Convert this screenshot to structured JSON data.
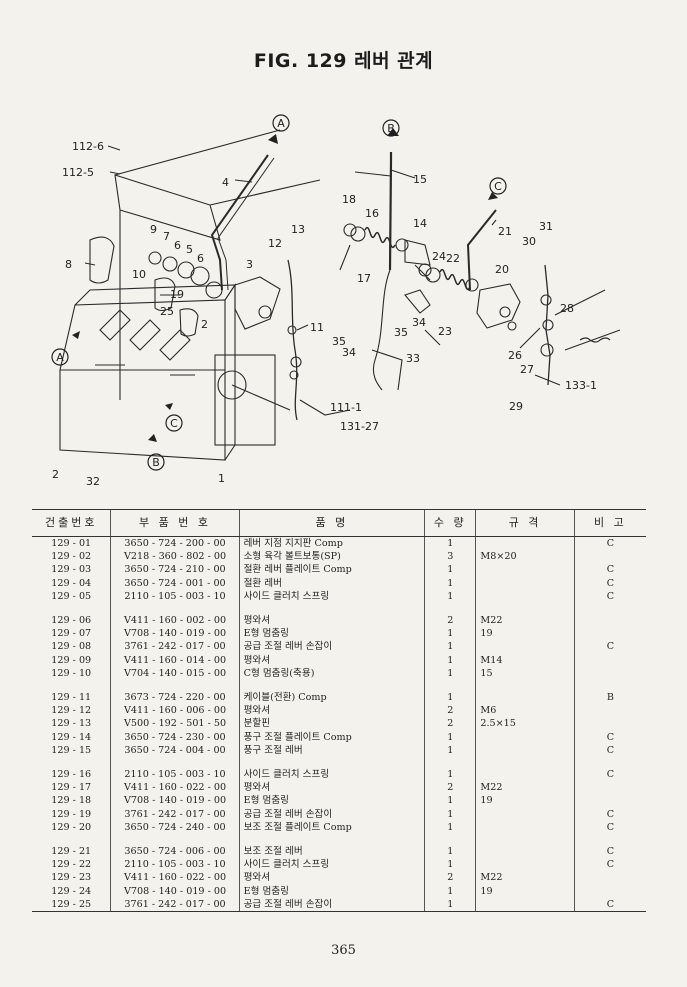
{
  "title": "FIG. 129 레버 관계",
  "diagram_labels": {
    "c112_6": "112-6",
    "c112_5": "112-5",
    "c4": "4",
    "cA_top": "A",
    "cB_top": "B",
    "c15": "15",
    "cC_top": "C",
    "c18": "18",
    "c16": "16",
    "c14": "14",
    "c21": "21",
    "c31": "31",
    "c9": "9",
    "c7": "7",
    "c6a": "6",
    "c5": "5",
    "c6b": "6",
    "c3": "3",
    "c12": "12",
    "c13": "13",
    "c30": "30",
    "c8": "8",
    "c10": "10",
    "c19": "19",
    "c24": "24",
    "c22": "22",
    "c20": "20",
    "c17": "17",
    "c25": "25",
    "c2a": "2",
    "c11": "11",
    "c35a": "35",
    "c34a": "34",
    "c23": "23",
    "c28": "28",
    "cA_left": "A",
    "c35b": "35",
    "c34b": "34",
    "c33": "33",
    "c26": "26",
    "c27": "27",
    "c133_1": "133-1",
    "c111_1": "111-1",
    "c131_27": "131-27",
    "c29": "29",
    "cC_mid": "C",
    "cB_mid": "B",
    "c2b": "2",
    "c32": "32",
    "c1": "1"
  },
  "table": {
    "headers": [
      "건출번호",
      "부 품 번 호",
      "품 명",
      "수 량",
      "규 격",
      "비 고"
    ],
    "groups": [
      [
        {
          "no": "129 - 01",
          "part": "3650 - 724 - 200 - 00",
          "name": "레버 지점 지지판 Comp",
          "qty": "1",
          "spec": "",
          "remark": "C"
        },
        {
          "no": "129 - 02",
          "part": "V218 - 360 - 802 - 00",
          "name": "소형 육각 볼트보통(SP)",
          "qty": "3",
          "spec": "M8×20",
          "remark": ""
        },
        {
          "no": "129 - 03",
          "part": "3650 - 724 - 210 - 00",
          "name": "절환 레버 플레이트 Comp",
          "qty": "1",
          "spec": "",
          "remark": "C"
        },
        {
          "no": "129 - 04",
          "part": "3650 - 724 - 001 - 00",
          "name": "절환 레버",
          "qty": "1",
          "spec": "",
          "remark": "C"
        },
        {
          "no": "129 - 05",
          "part": "2110 - 105 - 003 - 10",
          "name": "사이드 클러치 스프링",
          "qty": "1",
          "spec": "",
          "remark": "C"
        }
      ],
      [
        {
          "no": "129 - 06",
          "part": "V411 - 160 - 002 - 00",
          "name": "평와셔",
          "qty": "2",
          "spec": "M22",
          "remark": ""
        },
        {
          "no": "129 - 07",
          "part": "V708 - 140 - 019 - 00",
          "name": "E형 멈춤링",
          "qty": "1",
          "spec": "19",
          "remark": ""
        },
        {
          "no": "129 - 08",
          "part": "3761 - 242 - 017 - 00",
          "name": "공급 조절 레버 손잡이",
          "qty": "1",
          "spec": "",
          "remark": "C"
        },
        {
          "no": "129 - 09",
          "part": "V411 - 160 - 014 - 00",
          "name": "평와셔",
          "qty": "1",
          "spec": "M14",
          "remark": ""
        },
        {
          "no": "129 - 10",
          "part": "V704 - 140 - 015 - 00",
          "name": "C형 멈춤링(축용)",
          "qty": "1",
          "spec": "15",
          "remark": ""
        }
      ],
      [
        {
          "no": "129 - 11",
          "part": "3673 - 724 - 220 - 00",
          "name": "케이블(전환) Comp",
          "qty": "1",
          "spec": "",
          "remark": "B"
        },
        {
          "no": "129 - 12",
          "part": "V411 - 160 - 006 - 00",
          "name": "평와셔",
          "qty": "2",
          "spec": "M6",
          "remark": ""
        },
        {
          "no": "129 - 13",
          "part": "V500 - 192 - 501 - 50",
          "name": "분할핀",
          "qty": "2",
          "spec": "2.5×15",
          "remark": ""
        },
        {
          "no": "129 - 14",
          "part": "3650 - 724 - 230 - 00",
          "name": "풍구 조절 플레이트 Comp",
          "qty": "1",
          "spec": "",
          "remark": "C"
        },
        {
          "no": "129 - 15",
          "part": "3650 - 724 - 004 - 00",
          "name": "풍구 조절 레버",
          "qty": "1",
          "spec": "",
          "remark": "C"
        }
      ],
      [
        {
          "no": "129 - 16",
          "part": "2110 - 105 - 003 - 10",
          "name": "사이드 클러치 스프링",
          "qty": "1",
          "spec": "",
          "remark": "C"
        },
        {
          "no": "129 - 17",
          "part": "V411 - 160 - 022 - 00",
          "name": "평와셔",
          "qty": "2",
          "spec": "M22",
          "remark": ""
        },
        {
          "no": "129 - 18",
          "part": "V708 - 140 - 019 - 00",
          "name": "E형 멈춤링",
          "qty": "1",
          "spec": "19",
          "remark": ""
        },
        {
          "no": "129 - 19",
          "part": "3761 - 242 - 017 - 00",
          "name": "공급 조절 레버 손잡이",
          "qty": "1",
          "spec": "",
          "remark": "C"
        },
        {
          "no": "129 - 20",
          "part": "3650 - 724 - 240 - 00",
          "name": "보조 조절 플레이트 Comp",
          "qty": "1",
          "spec": "",
          "remark": "C"
        }
      ],
      [
        {
          "no": "129 - 21",
          "part": "3650 - 724 - 006 - 00",
          "name": "보조 조절 레버",
          "qty": "1",
          "spec": "",
          "remark": "C"
        },
        {
          "no": "129 - 22",
          "part": "2110 - 105 - 003 - 10",
          "name": "사이드 클러치 스프링",
          "qty": "1",
          "spec": "",
          "remark": "C"
        },
        {
          "no": "129 - 23",
          "part": "V411 - 160 - 022 - 00",
          "name": "평와셔",
          "qty": "2",
          "spec": "M22",
          "remark": ""
        },
        {
          "no": "129 - 24",
          "part": "V708 - 140 - 019 - 00",
          "name": "E형 멈춤링",
          "qty": "1",
          "spec": "19",
          "remark": ""
        },
        {
          "no": "129 - 25",
          "part": "3761 - 242 - 017 - 00",
          "name": "공급 조절 레버 손잡이",
          "qty": "1",
          "spec": "",
          "remark": "C"
        }
      ]
    ]
  },
  "page_number": "365"
}
